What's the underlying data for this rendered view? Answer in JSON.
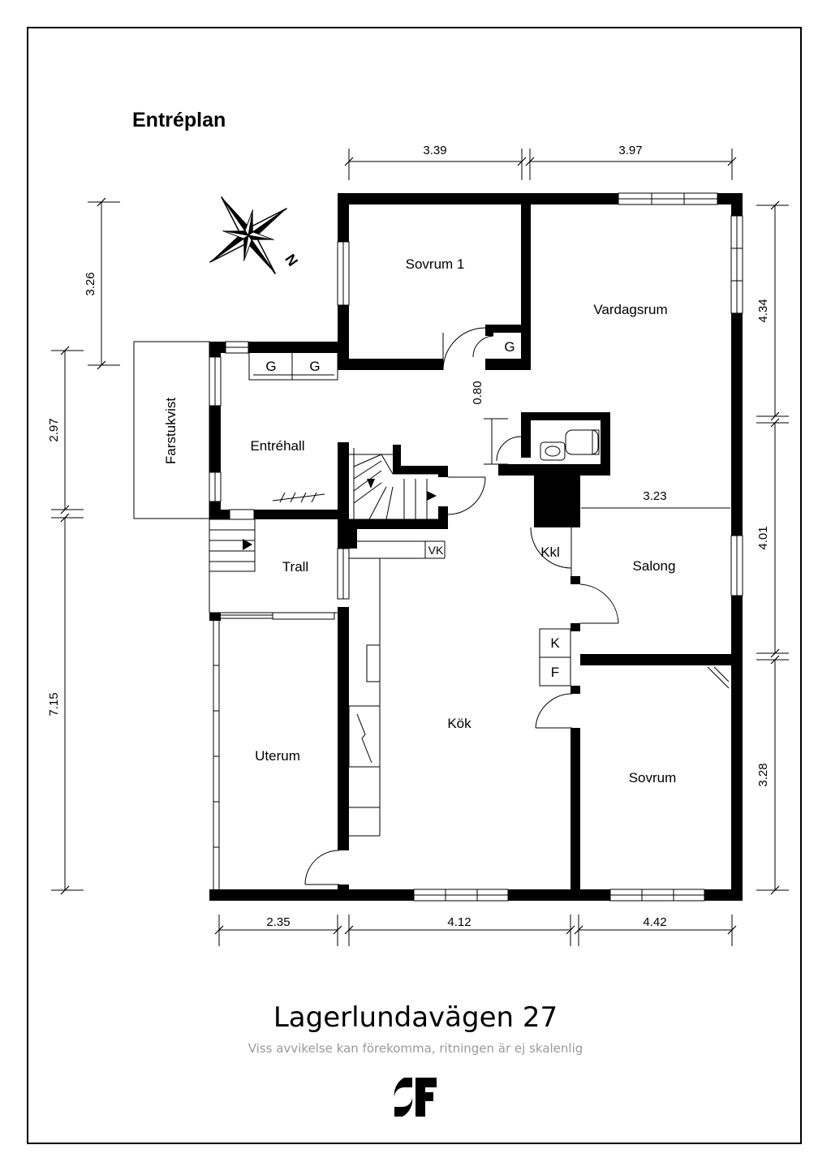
{
  "plan_title": "Entréplan",
  "compass_label": "N",
  "rooms": {
    "sovrum1": "Sovrum 1",
    "vardagsrum": "Vardagsrum",
    "farstukvist": "Farstukvist",
    "entrehall": "Entréhall",
    "trall": "Trall",
    "uterum": "Uterum",
    "kok": "Kök",
    "salong": "Salong",
    "sovrum": "Sovrum",
    "kkl": "Kkl"
  },
  "fixtures": {
    "g1": "G",
    "g2": "G",
    "g3": "G",
    "vk": "VK",
    "k": "K",
    "f": "F"
  },
  "dimensions": {
    "top_left": "3.39",
    "top_right": "3.97",
    "left_1": "3.26",
    "left_2": "2.97",
    "left_3": "7.15",
    "right_1": "4.34",
    "right_2": "4.01",
    "right_3": "3.28",
    "bottom_1": "2.35",
    "bottom_2": "4.12",
    "bottom_3": "4.42",
    "door_080": "0.80",
    "salong_width": "3.23"
  },
  "footer": {
    "title": "Lagerlundavägen 27",
    "subtitle": "Viss avvikelse kan förekomma, ritningen är ej skalenlig"
  },
  "logo_icon": "sf-logo-icon"
}
